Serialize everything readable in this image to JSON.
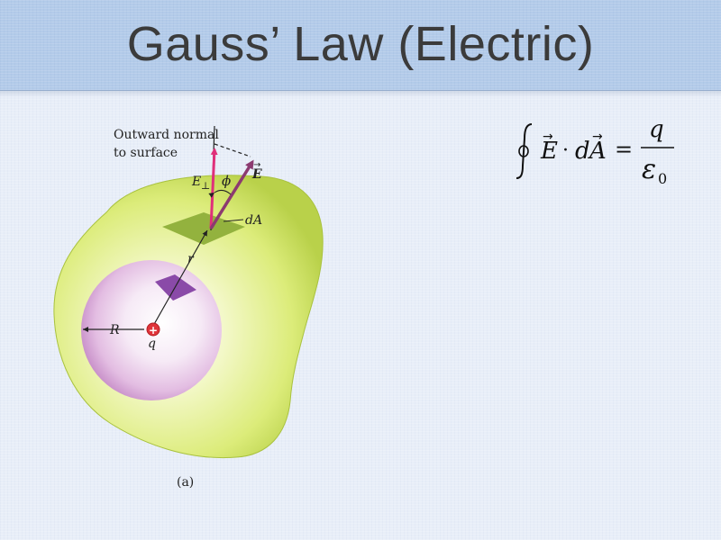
{
  "slide": {
    "title": "Gauss’ Law (Electric)"
  },
  "figure": {
    "caption": "(a)",
    "outward_normal_line1": "Outward normal",
    "outward_normal_line2": "to surface",
    "label_E": "E",
    "label_E_perp": "E",
    "label_perp_sub": "⊥",
    "label_phi": "ϕ",
    "label_dA": "dA",
    "label_r": "r",
    "label_R": "R",
    "label_q": "q",
    "charge_sign": "+",
    "colors": {
      "outer_surface": "#d6e86a",
      "inner_sphere": "#e8c2e6",
      "area_patch": "#8fae3a",
      "inner_patch": "#8a4aa8",
      "normal_arrow": "#e0307a",
      "field_arrow": "#8c3a70",
      "charge": "#e0343a"
    }
  },
  "equation": {
    "dot": "·",
    "E": "E",
    "dA_d": "d",
    "dA_A": "A",
    "equals": "=",
    "numerator": "q",
    "denominator_eps": "ε",
    "denominator_sub": "0"
  }
}
